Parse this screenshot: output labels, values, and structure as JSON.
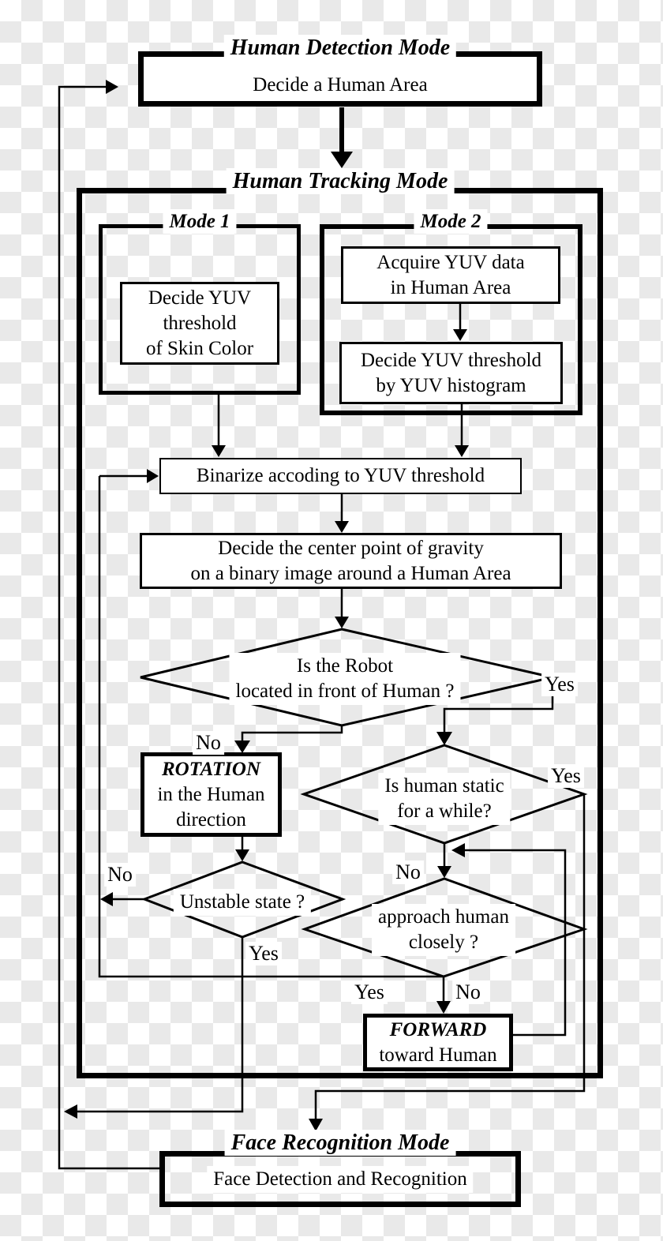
{
  "meta": {
    "type": "flowchart",
    "line_color": "#000000",
    "shape_fill": "#ffffff",
    "checker_colors": [
      "#ffffff",
      "#e9e9e9"
    ]
  },
  "nodes": {
    "detection_title": "Human Detection Mode",
    "detection_body": "Decide a Human Area",
    "tracking_title": "Human Tracking Mode",
    "mode1_title": "Mode 1",
    "mode2_title": "Mode 2",
    "skin": {
      "l1": "Decide YUV",
      "l2": "threshold",
      "l3": "of Skin Color"
    },
    "acquire": {
      "l1": "Acquire YUV data",
      "l2": "in Human Area"
    },
    "histogram": {
      "l1": "Decide YUV threshold",
      "l2": "by YUV histogram"
    },
    "binarize": "Binarize accoding to YUV threshold",
    "gravity": {
      "l1": "Decide the center point of gravity",
      "l2": "on a binary image around a Human Area"
    },
    "robot_front": {
      "l1": "Is the Robot",
      "l2": "located in front of Human ?"
    },
    "rotation": {
      "l1": "ROTATION",
      "l2": "in the Human",
      "l3": "direction"
    },
    "human_static": {
      "l1": "Is human static",
      "l2": "for a while?"
    },
    "unstable": "Unstable state ?",
    "approach": {
      "l1": "approach human",
      "l2": "closely ?"
    },
    "forward": {
      "l1": "FORWARD",
      "l2": "toward Human"
    },
    "face_title": "Face Recognition Mode",
    "face_body": "Face Detection and Recognition"
  },
  "labels": {
    "robot_front_yes": "Yes",
    "robot_front_no": "No",
    "human_static_yes": "Yes",
    "human_static_no": "No",
    "unstable_no": "No",
    "unstable_yes": "Yes",
    "approach_yes": "Yes",
    "approach_no": "No"
  }
}
